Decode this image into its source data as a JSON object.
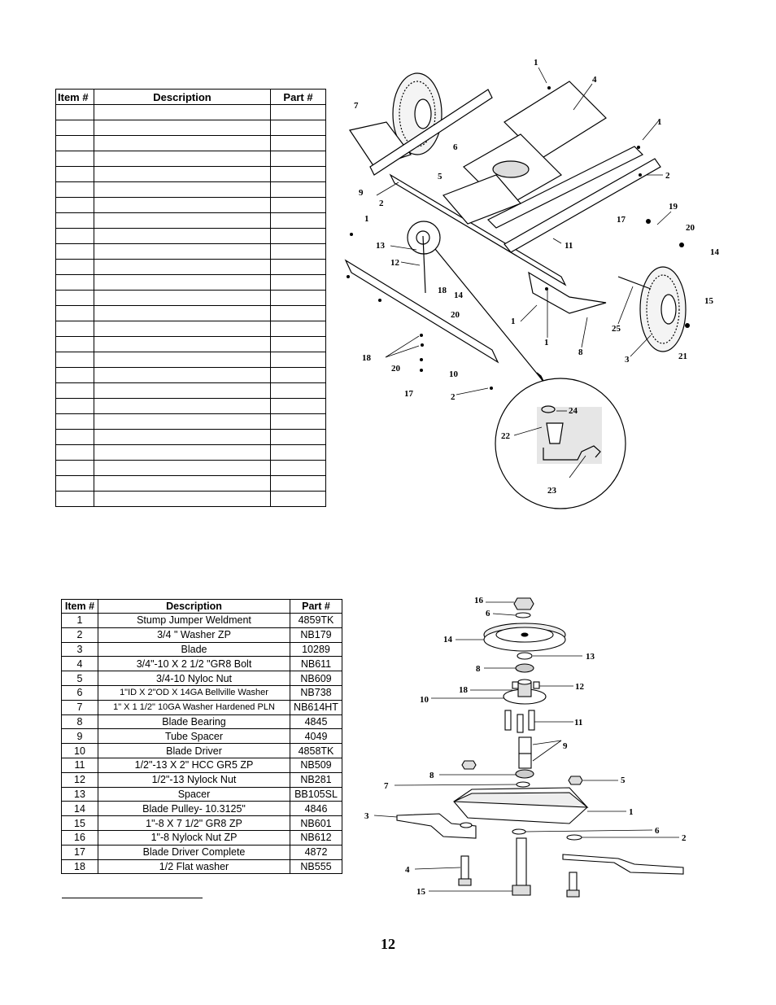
{
  "top_table": {
    "headers": [
      "Item #",
      "Description",
      "Part #"
    ]
  },
  "bottom_table": {
    "headers": [
      "Item #",
      "Description",
      "Part #"
    ],
    "rows": [
      {
        "item": "1",
        "description": "Stump Jumper Weldment",
        "part": "4859TK"
      },
      {
        "item": "2",
        "description": "3/4 \" Washer ZP",
        "part": "NB179"
      },
      {
        "item": "3",
        "description": "Blade",
        "part": "10289"
      },
      {
        "item": "4",
        "description": "3/4\"-10 X 2 1/2 \"GR8 Bolt",
        "part": "NB611"
      },
      {
        "item": "5",
        "description": "3/4-10 Nyloc Nut",
        "part": "NB609"
      },
      {
        "item": "6",
        "description": "1\"ID X 2\"OD X 14GA Bellville Washer",
        "part": "NB738"
      },
      {
        "item": "7",
        "description": "1\" X 1 1/2\" 10GA Washer Hardened PLN",
        "part": "NB614HT"
      },
      {
        "item": "8",
        "description": "Blade Bearing",
        "part": "4845"
      },
      {
        "item": "9",
        "description": "Tube Spacer",
        "part": "4049"
      },
      {
        "item": "10",
        "description": "Blade Driver",
        "part": "4858TK"
      },
      {
        "item": "11",
        "description": "1/2\"-13 X 2\" HCC GR5 ZP",
        "part": "NB509"
      },
      {
        "item": "12",
        "description": "1/2\"-13 Nylock Nut",
        "part": "NB281"
      },
      {
        "item": "13",
        "description": "Spacer",
        "part": "BB105SL"
      },
      {
        "item": "14",
        "description": "Blade Pulley- 10.3125\"",
        "part": "4846"
      },
      {
        "item": "15",
        "description": "1\"-8 X 7 1/2\" GR8 ZP",
        "part": "NB601"
      },
      {
        "item": "16",
        "description": "1\"-8 Nylock Nut ZP",
        "part": "NB612"
      },
      {
        "item": "17",
        "description": "Blade Driver Complete",
        "part": "4872"
      },
      {
        "item": "18",
        "description": "1/2 Flat washer",
        "part": "NB555"
      }
    ]
  },
  "top_diagram_callouts": [
    "1",
    "4",
    "7",
    "1",
    "6",
    "2",
    "5",
    "9",
    "2",
    "19",
    "17",
    "20",
    "14",
    "1",
    "13",
    "12",
    "18",
    "14",
    "11",
    "20",
    "15",
    "1",
    "25",
    "1",
    "8",
    "3",
    "21",
    "18",
    "20",
    "10",
    "17",
    "2",
    "24",
    "22",
    "23"
  ],
  "bottom_diagram_callouts": [
    "16",
    "6",
    "14",
    "13",
    "8",
    "18",
    "12",
    "10",
    "11",
    "9",
    "8",
    "5",
    "7",
    "1",
    "3",
    "6",
    "2",
    "4",
    "15"
  ],
  "page_number": "12"
}
